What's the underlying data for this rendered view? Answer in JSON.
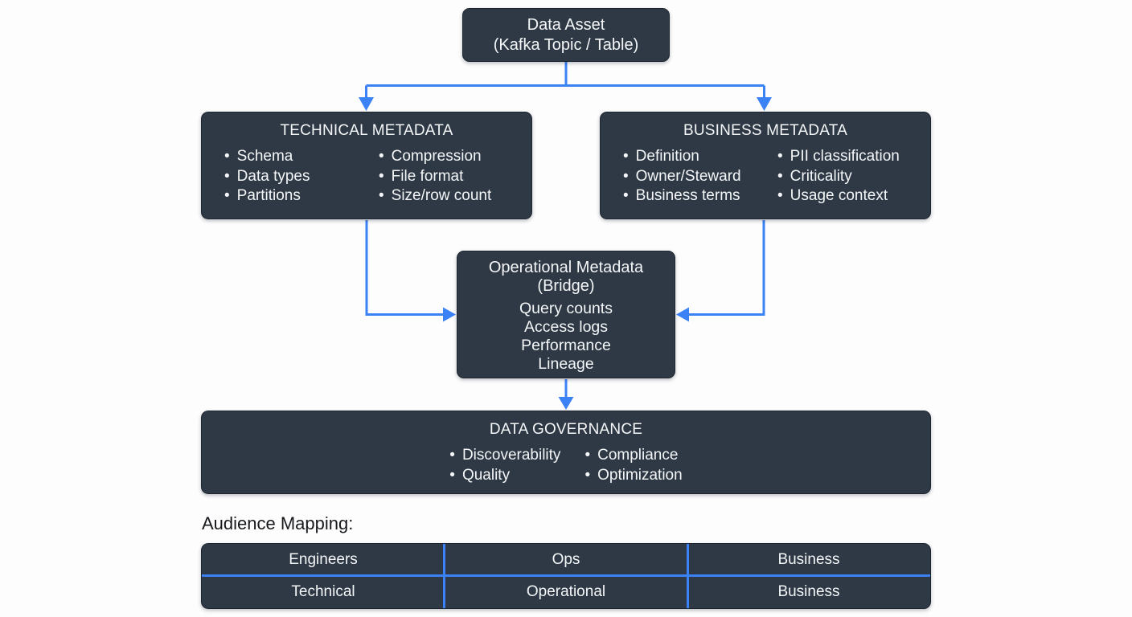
{
  "colors": {
    "accent_blue": "#3b82f6",
    "node_background": "#2e3945",
    "node_text": "#f4f6f8",
    "page_background": "#fdfdfd",
    "label_text": "#17191d"
  },
  "nodes": {
    "data_asset": {
      "lines": [
        "Data Asset",
        "(Kafka Topic / Table)"
      ]
    },
    "technical": {
      "title": "TECHNICAL METADATA",
      "col1": [
        "Schema",
        "Data types",
        "Partitions"
      ],
      "col2": [
        "Compression",
        "File format",
        "Size/row count"
      ]
    },
    "business": {
      "title": "BUSINESS METADATA",
      "col1": [
        "Definition",
        "Owner/Steward",
        "Business terms"
      ],
      "col2": [
        "PII classification",
        "Criticality",
        "Usage context"
      ]
    },
    "operational": {
      "title_lines": [
        "Operational Metadata",
        "(Bridge)"
      ],
      "items": [
        "Query counts",
        "Access logs",
        "Performance",
        "Lineage"
      ]
    },
    "governance": {
      "title": "DATA GOVERNANCE",
      "col1": [
        "Discoverability",
        "Quality"
      ],
      "col2": [
        "Compliance",
        "Optimization"
      ]
    }
  },
  "audience_mapping": {
    "label": "Audience Mapping:",
    "rows": [
      [
        "Engineers",
        "Ops",
        "Business"
      ],
      [
        "Technical",
        "Operational",
        "Business"
      ]
    ]
  }
}
